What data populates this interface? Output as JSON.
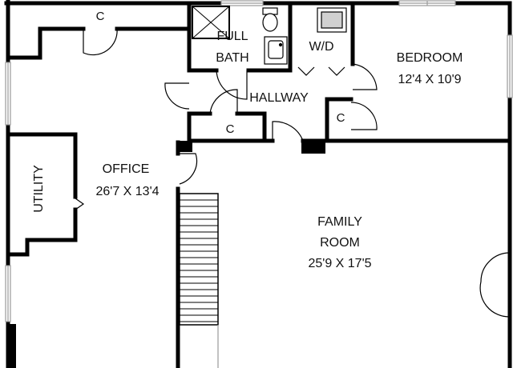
{
  "rooms": {
    "closet_top": "C",
    "full_bath_line1": "FULL",
    "full_bath_line2": "BATH",
    "laundry": "W/D",
    "bedroom_name": "BEDROOM",
    "bedroom_dims": "12'4 X 10'9",
    "hallway": "HALLWAY",
    "closet_hall": "C",
    "closet_bedroom": "C",
    "office_name": "OFFICE",
    "office_dims": "26'7 X 13'4",
    "utility": "UTILITY",
    "family_line1": "FAMILY",
    "family_line2": "ROOM",
    "family_dims": "25'9 X 17'5"
  },
  "colors": {
    "wall": "#000000",
    "background": "#ffffff",
    "window": "#9a9a9a"
  }
}
